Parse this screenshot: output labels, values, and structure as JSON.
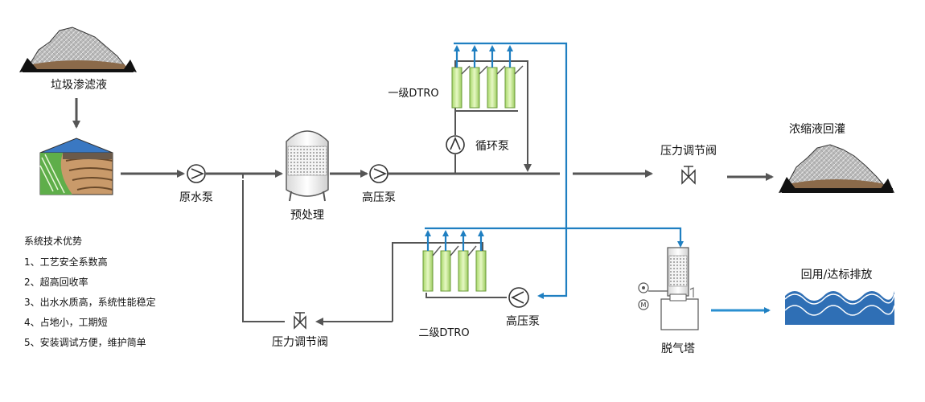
{
  "nodes": {
    "leachate": "垃圾渗滤液",
    "raw_pump": "原水泵",
    "pretreat": "预处理",
    "hp_pump_1": "高压泵",
    "stage1": "一级DTRO",
    "circ_pump": "循环泵",
    "valve_top": "压力调节阀",
    "concentrate": "浓缩液回灌",
    "stage2": "二级DTRO",
    "hp_pump_2": "高压泵",
    "valve_bottom": "压力调节阀",
    "stripper": "脱气塔",
    "reuse": "回用/达标排放"
  },
  "motor_letter": "M",
  "advantages": {
    "title": "系统技术优势",
    "items": [
      "1、工艺安全系数高",
      "2、超高回收率",
      "3、出水水质高，系统性能稳定",
      "4、占地小，工期短",
      "5、安装调试方便，维护简单"
    ]
  },
  "colors": {
    "pipe": "#555555",
    "permeate": "#1f7fc1",
    "membrane": "#c8ec8a",
    "water": "#2f6fb5"
  }
}
